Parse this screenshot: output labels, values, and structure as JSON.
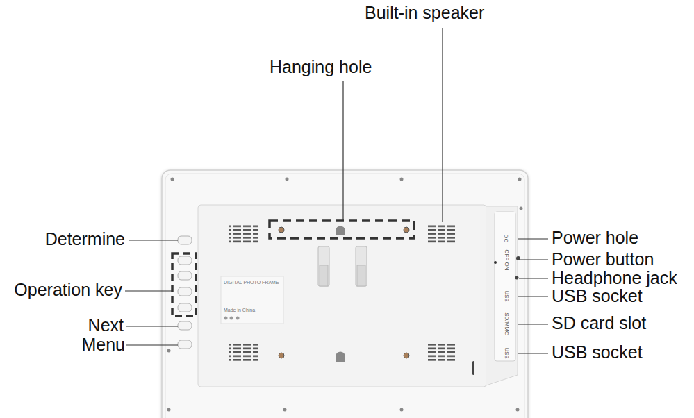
{
  "diagram": {
    "labels": [
      "Built-in speaker",
      "Hanging hole",
      "Determine",
      "Operation key",
      "Next",
      "Menu",
      "Power hole",
      "Power button",
      "Headphone jack",
      "USB socket",
      "SD card slot",
      "USB socket",
      "DIGITAL PHOTO FRAME",
      "Made in China",
      "DC",
      "OFF ON",
      "USB",
      "SD/MMC",
      "USB"
    ]
  }
}
